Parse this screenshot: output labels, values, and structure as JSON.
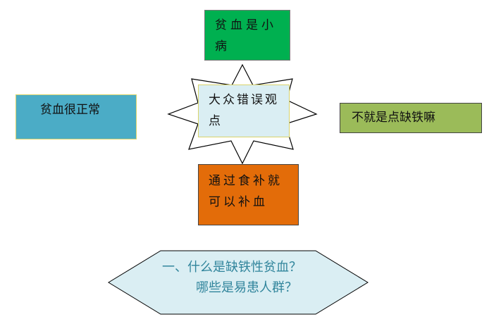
{
  "center": {
    "text": "大众错误观点"
  },
  "myths": {
    "top": "贫血是小病",
    "left": "贫血很正常",
    "right": "不就是点缺铁嘛",
    "bottom": "通过食补就可以补血"
  },
  "banner": {
    "line1": "一、什么是缺铁性贫血？",
    "line2": "哪些是易患人群？"
  },
  "colors": {
    "top_box": "#00B050",
    "center_box": "#DAEEF3",
    "left_box": "#4BACC6",
    "right_box": "#9BBB59",
    "bottom_box": "#E36C09",
    "banner_fill": "#DAEEF3",
    "banner_text": "#31859C"
  }
}
